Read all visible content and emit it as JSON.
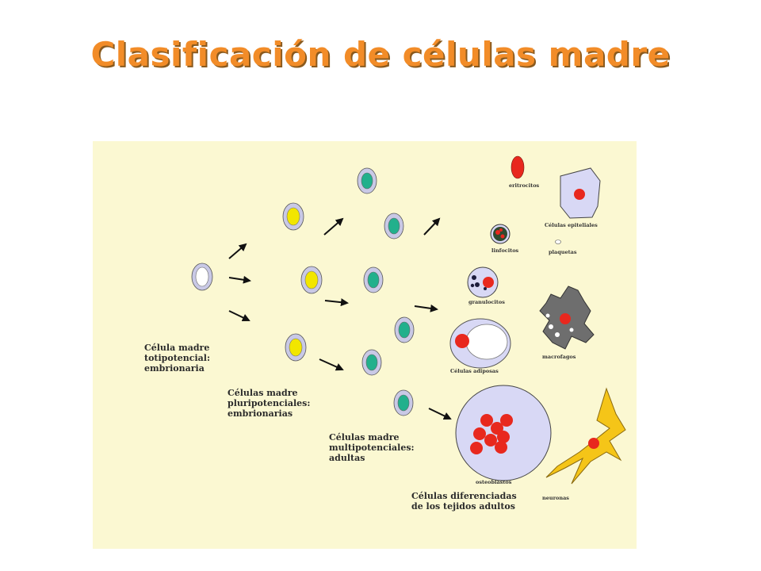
{
  "title": "Clasificación de células madre",
  "stages": {
    "totipotent": "Célula madre\ntotipotencial:\nembrionaria",
    "pluripotent": "Células madre\npluripotenciales:\nembrionarias",
    "multipotent": "Células madre\nmultipotenciales:\nadultas",
    "differentiated": "Células diferenciadas\nde los tejidos adultos"
  },
  "cell_types": {
    "eritrocitos": "eritrocitos",
    "epiteliales": "Células epiteliales",
    "linfocitos": "linfocitos",
    "plaquetas": "plaquetas",
    "granulocitos": "granulocitos",
    "macrofagos": "macrofagos",
    "adiposas": "Células adiposas",
    "osteoblastos": "osteoblastos",
    "neuronas": "neuronas"
  },
  "colors": {
    "title": "#F28C28",
    "panel": "#FBF8D2",
    "totipotent_cell": "#FFFFFF",
    "pluripotent_cell": "#F2E600",
    "multipotent_cell": "#22B08C",
    "cell_ring": "#C9C9E6",
    "nucleus_red": "#E8281E",
    "neuron": "#F5C518",
    "macrophage": "#6E6E6E",
    "soft_tissue": "#D8D8F5"
  }
}
